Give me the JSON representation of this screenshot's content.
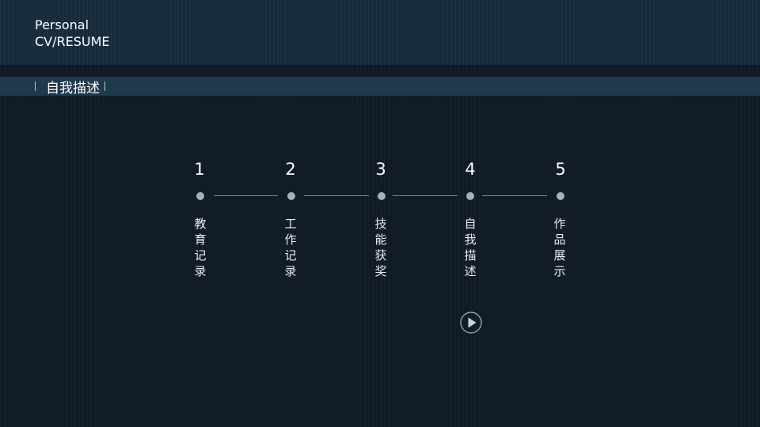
{
  "header": {
    "title_line1": "Personal",
    "title_line2": "CV/RESUME"
  },
  "section": {
    "title": "自我描述"
  },
  "timeline": {
    "steps": [
      {
        "number": "1",
        "label": "教育记录"
      },
      {
        "number": "2",
        "label": "工作记录"
      },
      {
        "number": "3",
        "label": "技能获奖"
      },
      {
        "number": "4",
        "label": "自我描述"
      },
      {
        "number": "5",
        "label": "作品展示"
      }
    ]
  },
  "colors": {
    "background": "#101b26",
    "header_band": "#182c3b",
    "section_band": "#1f3a4d",
    "dot": "#9fb3c2",
    "connector": "#6f8898"
  },
  "icons": {
    "play": "play-circle-icon"
  }
}
